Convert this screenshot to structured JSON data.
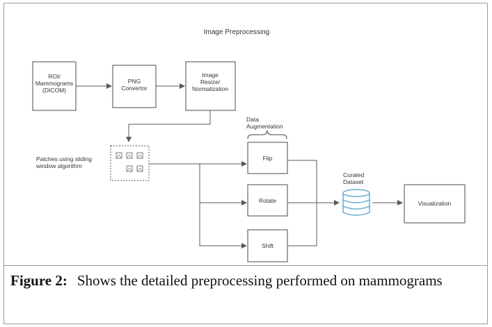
{
  "diagram": {
    "title": "Image Preprocessing",
    "nodes": {
      "roi": [
        "ROI/",
        "Mammograms",
        "(DICOM)"
      ],
      "png": [
        "PNG",
        "Convertor"
      ],
      "resize": [
        "Image",
        "Resize/",
        "Normalization"
      ],
      "patches_label": [
        "Patches using sliding",
        "window algorithm"
      ],
      "augmentation_label": [
        "Data",
        "Augmentation"
      ],
      "flip": "Flip",
      "rotate": "Rotate",
      "shift": "Shift",
      "curated_label": [
        "Curated",
        "Dataset"
      ],
      "visualization": "Visualization"
    },
    "colors": {
      "database": "#5aa9c9",
      "stroke": "#4a4a4a"
    },
    "icons": [
      "image-icon",
      "database-icon",
      "brace-icon"
    ]
  },
  "caption": {
    "label": "Figure 2:",
    "text": "Shows the detailed preprocessing performed on mammograms"
  }
}
